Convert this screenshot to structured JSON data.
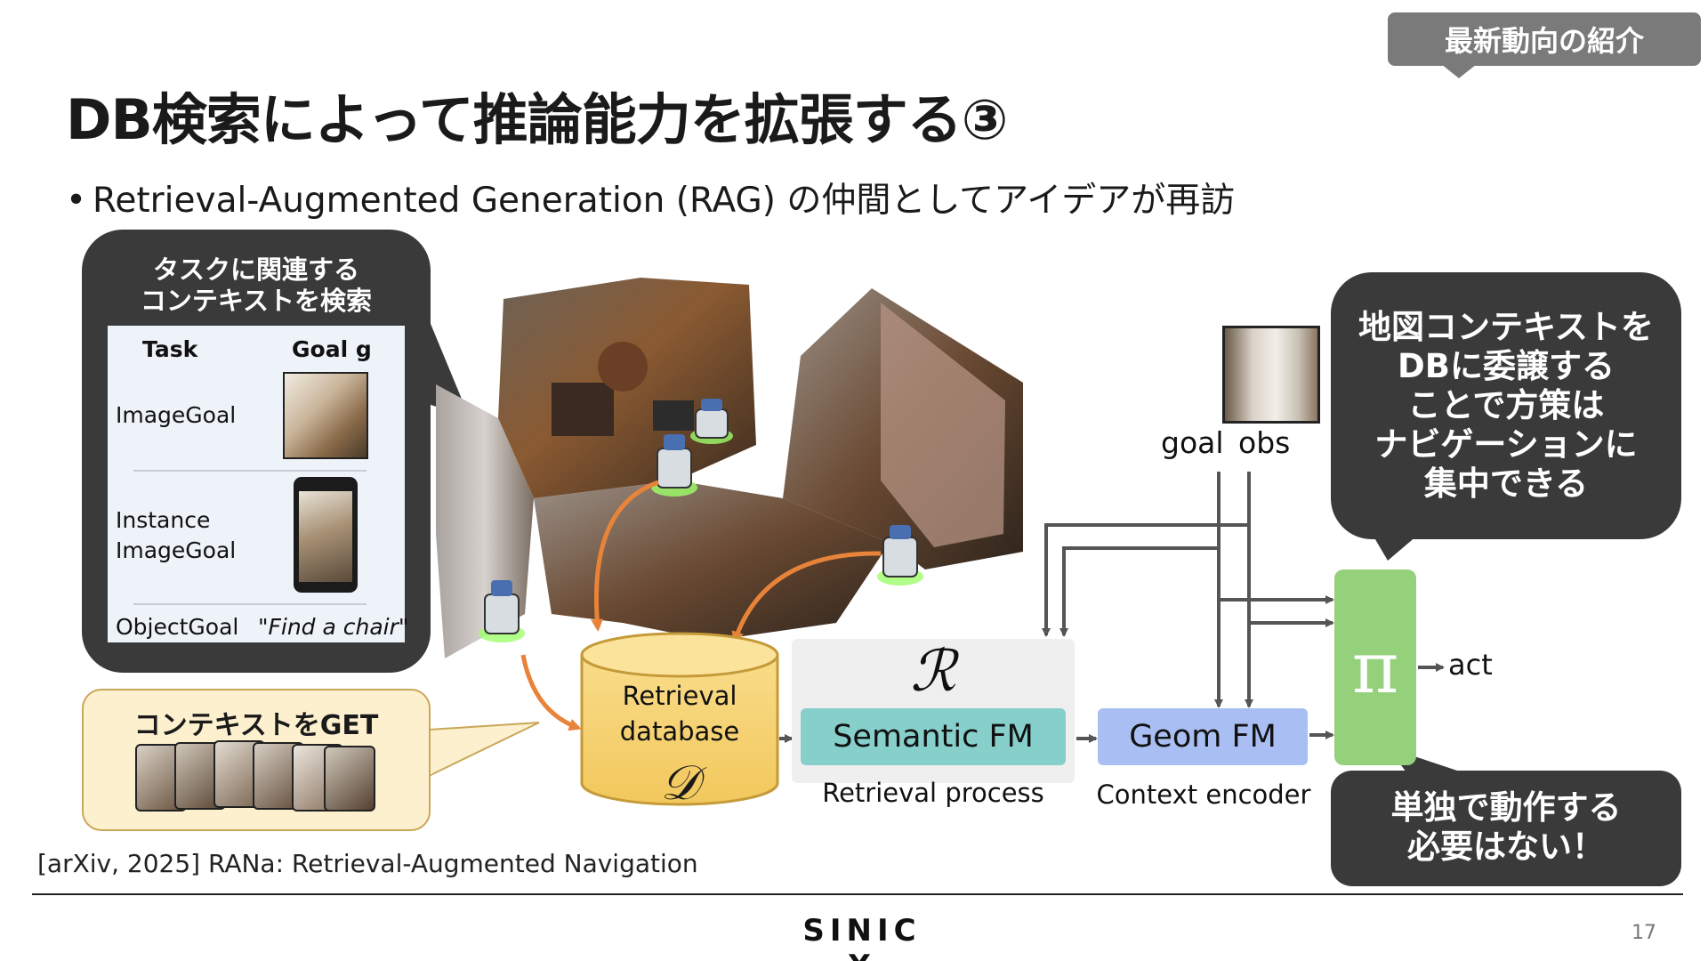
{
  "badge": {
    "label": "最新動向の紹介"
  },
  "slide": {
    "title": "DB検索によって推論能力を拡張する③",
    "bullet": "Retrieval-Augmented Generation (RAG) の仲間としてアイデアが再訪"
  },
  "task_callout": {
    "title_line1": "タスクに関連する",
    "title_line2": "コンテキストを検索",
    "table": {
      "col_task": "Task",
      "col_goal": "Goal g",
      "rows": [
        {
          "task": "ImageGoal"
        },
        {
          "task_line1": "Instance",
          "task_line2": "ImageGoal"
        },
        {
          "task": "ObjectGoal",
          "goal_text": "\"Find a chair\""
        }
      ]
    }
  },
  "get_callout": {
    "title": "コンテキストをGET"
  },
  "database": {
    "label_line1": "Retrieval",
    "label_line2": "database",
    "symbol": "𝒟"
  },
  "retrieval": {
    "symbol": "ℛ",
    "module": "Semantic FM",
    "caption": "Retrieval process"
  },
  "encoder": {
    "module": "Geom FM",
    "caption": "Context encoder"
  },
  "policy": {
    "symbol": "π",
    "output": "act"
  },
  "inputs": {
    "goal": "goal",
    "obs": "obs"
  },
  "map_callout": {
    "lines": [
      "地図コンテキストを",
      "DBに委譲する",
      "ことで方策は",
      "ナビゲーションに",
      "集中できる"
    ]
  },
  "alone_callout": {
    "lines": [
      "単独で動作する",
      "必要はない！"
    ]
  },
  "citation": "[arXiv, 2025] RANa: Retrieval-Augmented Navigation",
  "footer": {
    "logo": "SINIC X",
    "page": "17"
  },
  "colors": {
    "callout_dark": "#3a3a3a",
    "badge_grey": "#7a7a7a",
    "database_yellow": "#f6d57c",
    "semantic_teal": "#86cfcb",
    "geom_blue": "#a9bff3",
    "policy_green": "#95d07a",
    "arrow_orange": "#e8843a",
    "arrow_grey": "#555555"
  }
}
